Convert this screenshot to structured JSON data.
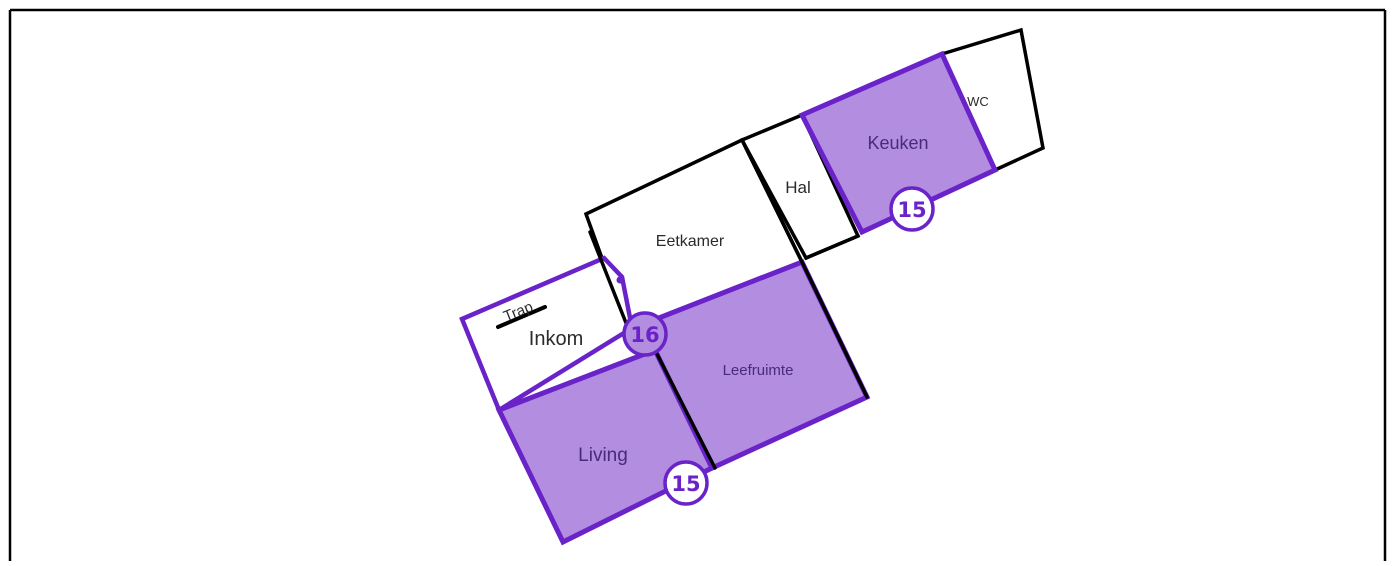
{
  "floorplan": {
    "colors": {
      "highlight_fill": "#b28de0",
      "highlight_stroke": "#6a22c9",
      "wall_stroke": "#000000",
      "badge_fill": "#ffffff",
      "badge_text": "#6a22c9"
    },
    "rooms": {
      "wc": "WC",
      "keuken": "Keuken",
      "hal": "Hal",
      "eetkamer": "Eetkamer",
      "trap": "Trap",
      "inkom": "Inkom",
      "leefruimte": "Leefruimte",
      "living": "Living"
    },
    "badges": {
      "keuken": "15",
      "inkom": "16",
      "living": "15"
    }
  }
}
